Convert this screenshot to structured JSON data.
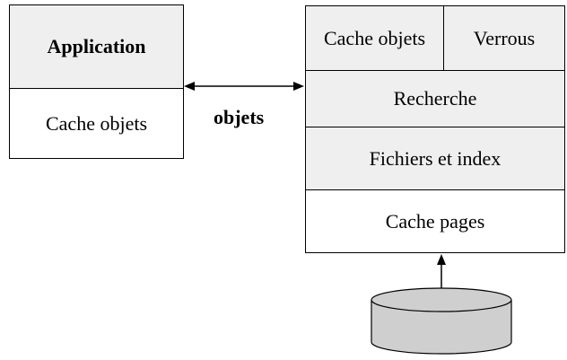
{
  "client": {
    "title": "Application",
    "cache": "Cache objets"
  },
  "link_label": "objets",
  "server": {
    "cache": "Cache objets",
    "locks": "Verrous",
    "search": "Recherche",
    "files": "Fichiers et index",
    "pages": "Cache pages"
  },
  "colors": {
    "box_fill": "#efefef",
    "disk_fill": "#cfcfcf",
    "stroke": "#000000"
  }
}
